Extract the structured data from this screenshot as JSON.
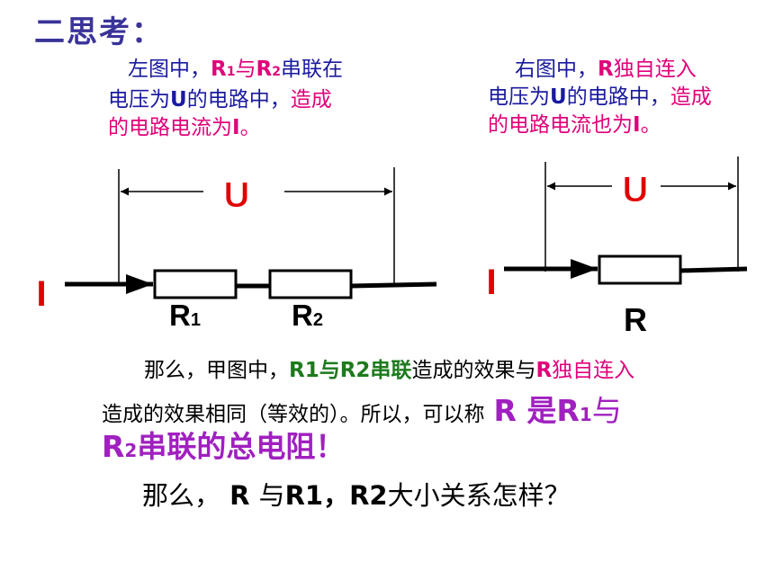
{
  "title": "二思考：",
  "left_caption": {
    "line1_a": "左图中，",
    "r1": "R",
    "r1_sub": "1",
    "yu": "与",
    "r2": "R",
    "r2_sub": "2",
    "line1_b": "串联在",
    "line2_a": "电压为",
    "u": "U",
    "line2_b": "的电路中，",
    "line2_c": "造成",
    "line3_a": "的电路电流为",
    "i": "I",
    "line3_b": "。"
  },
  "right_caption": {
    "line1_a": "右图中，",
    "r": "R",
    "line1_b": "独自连入",
    "line2_a": "电压为",
    "u": "U",
    "line2_b": "的电路中，",
    "line2_c": "造成",
    "line3_a": "的电路电流也为",
    "i": "I",
    "line3_b": "。"
  },
  "left_circuit": {
    "voltage_label": "U",
    "current_label": "I",
    "r1_label": "R",
    "r1_sub": "1",
    "r2_label": "R",
    "r2_sub": "2"
  },
  "right_circuit": {
    "voltage_label": "U",
    "current_label": "I",
    "r_label": "R"
  },
  "conclusion": {
    "p1_a": "那么，甲图中，",
    "p1_b": "R1与R2串联",
    "p1_c": "造成的效果与",
    "p1_d": "R",
    "p1_e": "独自连入",
    "p2_a": "造成的效果相同（等效的）。所以，可以称",
    "p2_b": "R 是R",
    "p2_b_sub": "1",
    "p2_c": "与",
    "p3_a": "R",
    "p3_a_sub": "2",
    "p3_b": "串联的总电阻！"
  },
  "question": {
    "a": "那么，",
    "b": " R ",
    "c": "与",
    "d": "R1，R2",
    "e": "大小关系怎样？"
  },
  "colors": {
    "title": "#3a3399",
    "navy": "#1a1aa0",
    "magenta": "#e0007a",
    "red": "#e00000",
    "green": "#1d7a1d",
    "purple": "#a020c0"
  }
}
